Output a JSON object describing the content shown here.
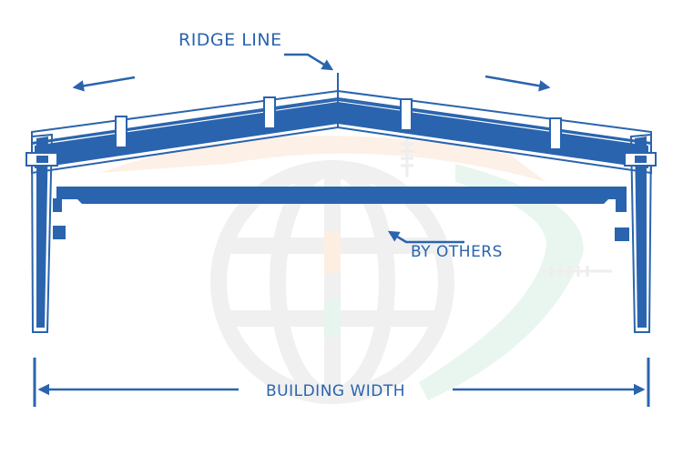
{
  "diagram": {
    "title": "Pre-engineered building frame elevation",
    "labels": {
      "ridge_line": "RIDGE LINE",
      "by_others": "BY OTHERS",
      "building_width": "BUILDING WIDTH"
    },
    "colors": {
      "frame": "#2a64ae",
      "outline": "#2a64ae",
      "background": "#ffffff",
      "watermark_gray": "#efefef",
      "watermark_orange": "#fdeee2",
      "watermark_green": "#e6f5ee"
    }
  }
}
